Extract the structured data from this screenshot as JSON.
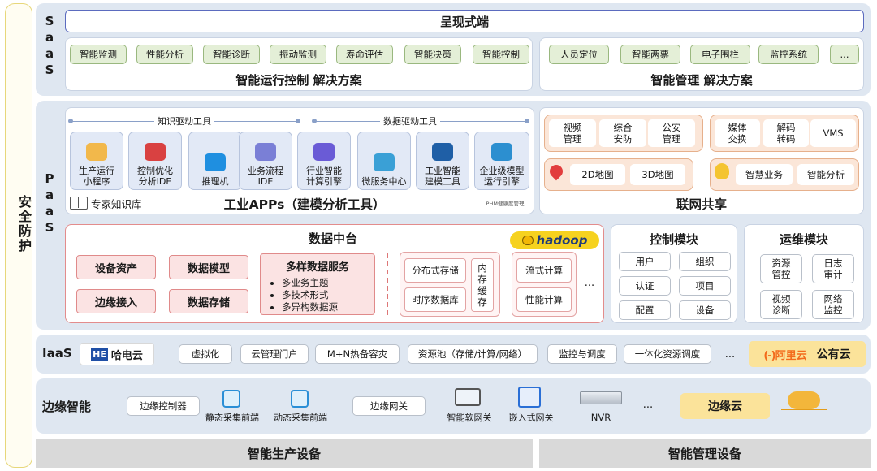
{
  "security": {
    "label": "安全防护"
  },
  "saas": {
    "label": "SaaS",
    "presentation": "呈现式端",
    "left_items": [
      "智能监测",
      "性能分析",
      "智能诊断",
      "振动监测",
      "寿命评估",
      "智能决策",
      "智能控制"
    ],
    "left_title": "智能运行控制 解决方案",
    "right_items": [
      "人员定位",
      "智能两票",
      "电子围栏",
      "监控系统",
      "..."
    ],
    "right_title": "智能管理 解决方案"
  },
  "paas": {
    "label": "PaaS",
    "knowledge_tools": "知识驱动工具",
    "data_tools": "数据驱动工具",
    "apps": [
      {
        "name": "生产运行\n小程序",
        "icon": "ai-chip-icon"
      },
      {
        "name": "控制优化\n分析IDE",
        "icon": "ctrl-key-icon"
      },
      {
        "name": "推理机",
        "icon": "network-nodes-icon"
      },
      {
        "name": "业务流程\nIDE",
        "icon": "flow-icon"
      },
      {
        "name": "行业智能\n计算引擎",
        "icon": "brain-icon"
      },
      {
        "name": "微服务中心",
        "icon": "microservice-icon"
      },
      {
        "name": "工业智能\n建模工具",
        "icon": "hex-c-icon"
      },
      {
        "name": "企业级模型\n运行引擎",
        "icon": "python-icon"
      }
    ],
    "expert_kb": "专家知识库",
    "apps_title": "工业APPs（建模分析工具）",
    "phm": "PHM健康度管理",
    "network_share": {
      "title": "联网共享",
      "video_items": [
        "视频\n管理",
        "综合\n安防",
        "公安\n管理"
      ],
      "codec_items": [
        "媒体\n交换",
        "解码\n转码",
        "VMS"
      ],
      "map_items": [
        "2D地图",
        "3D地图"
      ],
      "smart_items": [
        "智慧业务",
        "智能分析"
      ]
    },
    "data_platform": {
      "title": "数据中台",
      "hadoop": "hadoop",
      "left_items": [
        "设备资产",
        "数据模型",
        "边缘接入",
        "数据存储"
      ],
      "services_title": "多样数据服务",
      "services": [
        "多业务主题",
        "多技术形式",
        "多异构数据源"
      ],
      "storage": [
        "分布式存储",
        "时序数据库"
      ],
      "memory_cache": "内\n存\n缓\n存",
      "compute": [
        "流式计算",
        "性能计算"
      ],
      "ellipsis": "..."
    },
    "control": {
      "title": "控制模块",
      "items": [
        "用户",
        "组织",
        "认证",
        "项目",
        "配置",
        "设备"
      ]
    },
    "ops": {
      "title": "运维模块",
      "items": [
        "资源\n管控",
        "日志\n审计",
        "视频\n诊断",
        "网络\n监控"
      ]
    }
  },
  "iaas": {
    "label": "IaaS",
    "private_cloud": "哈电云",
    "items": [
      "虚拟化",
      "云管理门户",
      "M+N热备容灾",
      "资源池（存储/计算/网络）",
      "监控与调度",
      "一体化资源调度"
    ],
    "ellipsis": "...",
    "aliyun": "阿里云",
    "public_cloud": "公有云"
  },
  "edge": {
    "label": "边缘智能",
    "controller": "边缘控制器",
    "static_front": "静态采集前端",
    "dynamic_front": "动态采集前端",
    "gateway": "边缘网关",
    "soft_gateway": "智能软网关",
    "embedded_gateway": "嵌入式网关",
    "nvr": "NVR",
    "ellipsis": "...",
    "edge_cloud": "边缘云"
  },
  "bottom": {
    "production": "智能生产设备",
    "management": "智能管理设备"
  }
}
